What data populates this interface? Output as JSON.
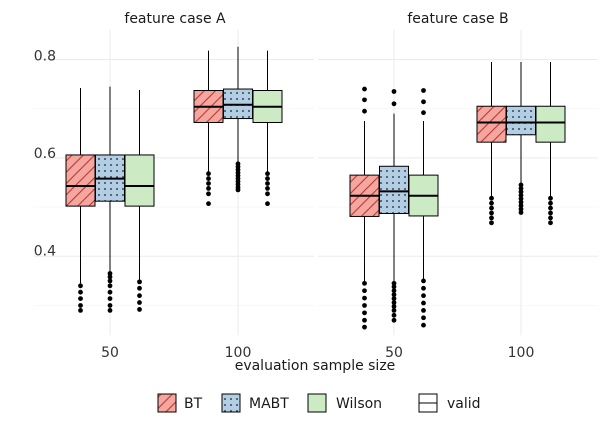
{
  "chart_data": {
    "type": "boxplot",
    "xlabel": "evaluation sample size",
    "ylabel": "",
    "ylim": [
      0.24,
      0.86
    ],
    "y_ticks": [
      0.4,
      0.6,
      0.8
    ],
    "y_tick_labels": [
      "0.4",
      "0.6",
      "0.8"
    ],
    "x_categories": [
      "50",
      "100"
    ],
    "grid": true,
    "legend_position": "bottom",
    "colors": {
      "BT": "#f4a6a0",
      "MABT": "#b3cde3",
      "Wilson": "#ccebc5",
      "outline": "#000000"
    },
    "legend": [
      {
        "name": "BT",
        "pattern": "stripe"
      },
      {
        "name": "MABT",
        "pattern": "dots"
      },
      {
        "name": "Wilson",
        "pattern": "none"
      },
      {
        "name": "valid",
        "pattern": "white"
      }
    ],
    "facets": [
      {
        "label": "feature case A",
        "groups": [
          {
            "x": "50",
            "boxes": [
              {
                "method": "BT",
                "min": 0.345,
                "q1": 0.502,
                "median": 0.543,
                "q3": 0.606,
                "max": 0.742,
                "outliers": [
                  0.34,
                  0.327,
                  0.314,
                  0.3,
                  0.29
                ]
              },
              {
                "method": "MABT",
                "min": 0.362,
                "q1": 0.512,
                "median": 0.558,
                "q3": 0.606,
                "max": 0.745,
                "outliers": [
                  0.365,
                  0.358,
                  0.35,
                  0.34,
                  0.327,
                  0.314,
                  0.3,
                  0.29
                ]
              },
              {
                "method": "Wilson",
                "min": 0.35,
                "q1": 0.502,
                "median": 0.543,
                "q3": 0.606,
                "max": 0.738,
                "outliers": [
                  0.348,
                  0.335,
                  0.32,
                  0.306,
                  0.292
                ]
              }
            ]
          },
          {
            "x": "100",
            "boxes": [
              {
                "method": "BT",
                "min": 0.57,
                "q1": 0.672,
                "median": 0.704,
                "q3": 0.737,
                "max": 0.818,
                "outliers": [
                  0.568,
                  0.558,
                  0.548,
                  0.538,
                  0.527,
                  0.507
                ]
              },
              {
                "method": "MABT",
                "min": 0.586,
                "q1": 0.68,
                "median": 0.708,
                "q3": 0.74,
                "max": 0.826,
                "outliers": [
                  0.588,
                  0.582,
                  0.576,
                  0.57,
                  0.564,
                  0.558,
                  0.552,
                  0.546,
                  0.54,
                  0.535
                ]
              },
              {
                "method": "Wilson",
                "min": 0.57,
                "q1": 0.672,
                "median": 0.704,
                "q3": 0.737,
                "max": 0.818,
                "outliers": [
                  0.568,
                  0.558,
                  0.548,
                  0.538,
                  0.527,
                  0.507
                ]
              }
            ]
          }
        ]
      },
      {
        "label": "feature case B",
        "groups": [
          {
            "x": "50",
            "boxes": [
              {
                "method": "BT",
                "min": 0.345,
                "q1": 0.481,
                "median": 0.523,
                "q3": 0.565,
                "max": 0.675,
                "outliers": [
                  0.74,
                  0.718,
                  0.695,
                  0.345,
                  0.33,
                  0.315,
                  0.3,
                  0.285,
                  0.27,
                  0.256
                ]
              },
              {
                "method": "MABT",
                "min": 0.345,
                "q1": 0.487,
                "median": 0.532,
                "q3": 0.583,
                "max": 0.69,
                "outliers": [
                  0.735,
                  0.71,
                  0.345,
                  0.338,
                  0.33,
                  0.322,
                  0.314,
                  0.306,
                  0.298,
                  0.29,
                  0.28,
                  0.27
                ]
              },
              {
                "method": "Wilson",
                "min": 0.35,
                "q1": 0.482,
                "median": 0.523,
                "q3": 0.565,
                "max": 0.675,
                "outliers": [
                  0.737,
                  0.714,
                  0.692,
                  0.35,
                  0.335,
                  0.32,
                  0.305,
                  0.29,
                  0.275,
                  0.26
                ]
              }
            ]
          },
          {
            "x": "100",
            "boxes": [
              {
                "method": "BT",
                "min": 0.522,
                "q1": 0.632,
                "median": 0.672,
                "q3": 0.705,
                "max": 0.795,
                "outliers": [
                  0.518,
                  0.508,
                  0.498,
                  0.488,
                  0.478,
                  0.468
                ]
              },
              {
                "method": "MABT",
                "min": 0.545,
                "q1": 0.647,
                "median": 0.672,
                "q3": 0.705,
                "max": 0.795,
                "outliers": [
                  0.545,
                  0.538,
                  0.531,
                  0.524,
                  0.517,
                  0.51,
                  0.503,
                  0.496,
                  0.489
                ]
              },
              {
                "method": "Wilson",
                "min": 0.522,
                "q1": 0.632,
                "median": 0.672,
                "q3": 0.705,
                "max": 0.795,
                "outliers": [
                  0.518,
                  0.508,
                  0.498,
                  0.488,
                  0.478,
                  0.468
                ]
              }
            ]
          }
        ]
      }
    ]
  }
}
